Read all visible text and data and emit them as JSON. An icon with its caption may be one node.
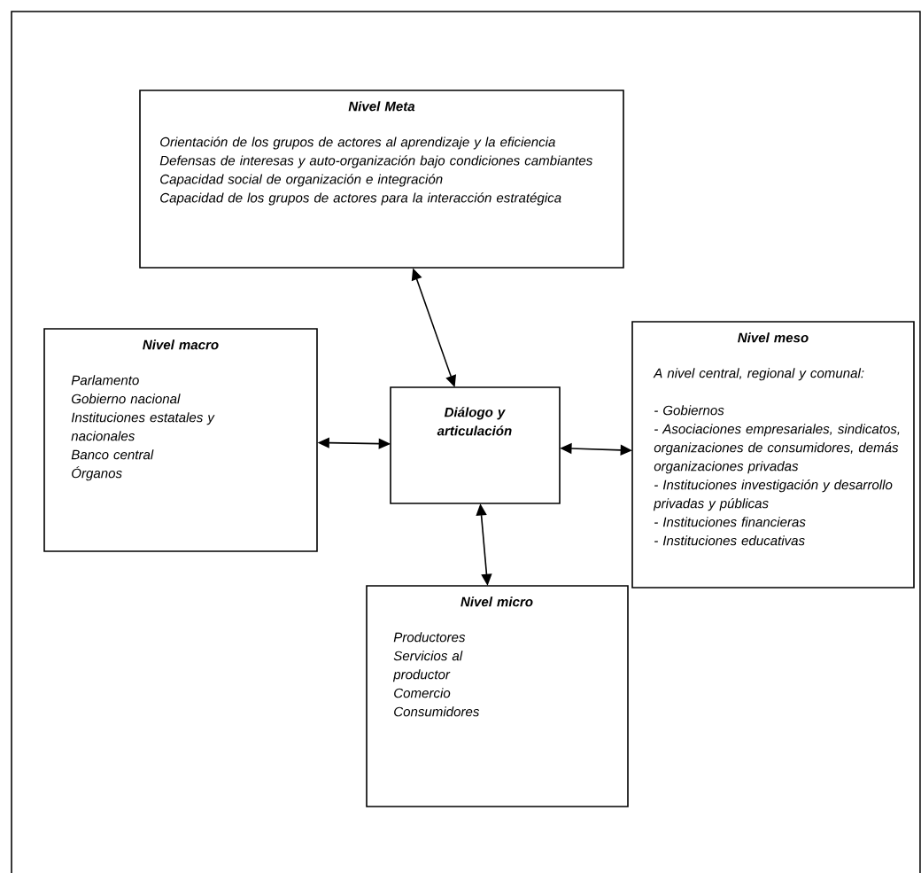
{
  "diagram": {
    "nodes": [
      {
        "text": [
          "Nivel Meta",
          "Orientación de los grupos de actores al aprendizaje y la eficiencia Defensas de interesas y auto-organización bajo condiciones cambiantes Capacidad social de organización e integración",
          "Capacidad de los grupos de actores para la interacción estratégica"
        ]
      },
      {
        "text": [
          "Nivel macro",
          "Parlamento",
          "Gobierno nacional",
          "Instituciones estatales y nacionales",
          "Banco central",
          "Órganos"
        ]
      },
      {
        "text": [
          "Diálogo y articulación"
        ]
      },
      {
        "text": [
          "Nivel meso",
          "A nivel central, regional y comunal:",
          "- Gobiernos",
          "- Asociaciones empresariales, sindicatos, organizaciones de consumidores, demás organizaciones privadas",
          "- Instituciones investigación y desarrollo privadas y públicas",
          "- Instituciones financieras",
          "- Instituciones educativas"
        ]
      },
      {
        "text": [
          "Nivel micro",
          "Productores",
          "Servicios al productor",
          "Comercio",
          "Consumidores"
        ]
      }
    ],
    "edges": [
      {
        "from": 0,
        "to": 2,
        "arrow": "both"
      },
      {
        "from": 1,
        "to": 2,
        "arrow": "both"
      },
      {
        "from": 2,
        "to": 3,
        "arrow": "both"
      },
      {
        "from": 2,
        "to": 4,
        "arrow": "both"
      }
    ]
  }
}
